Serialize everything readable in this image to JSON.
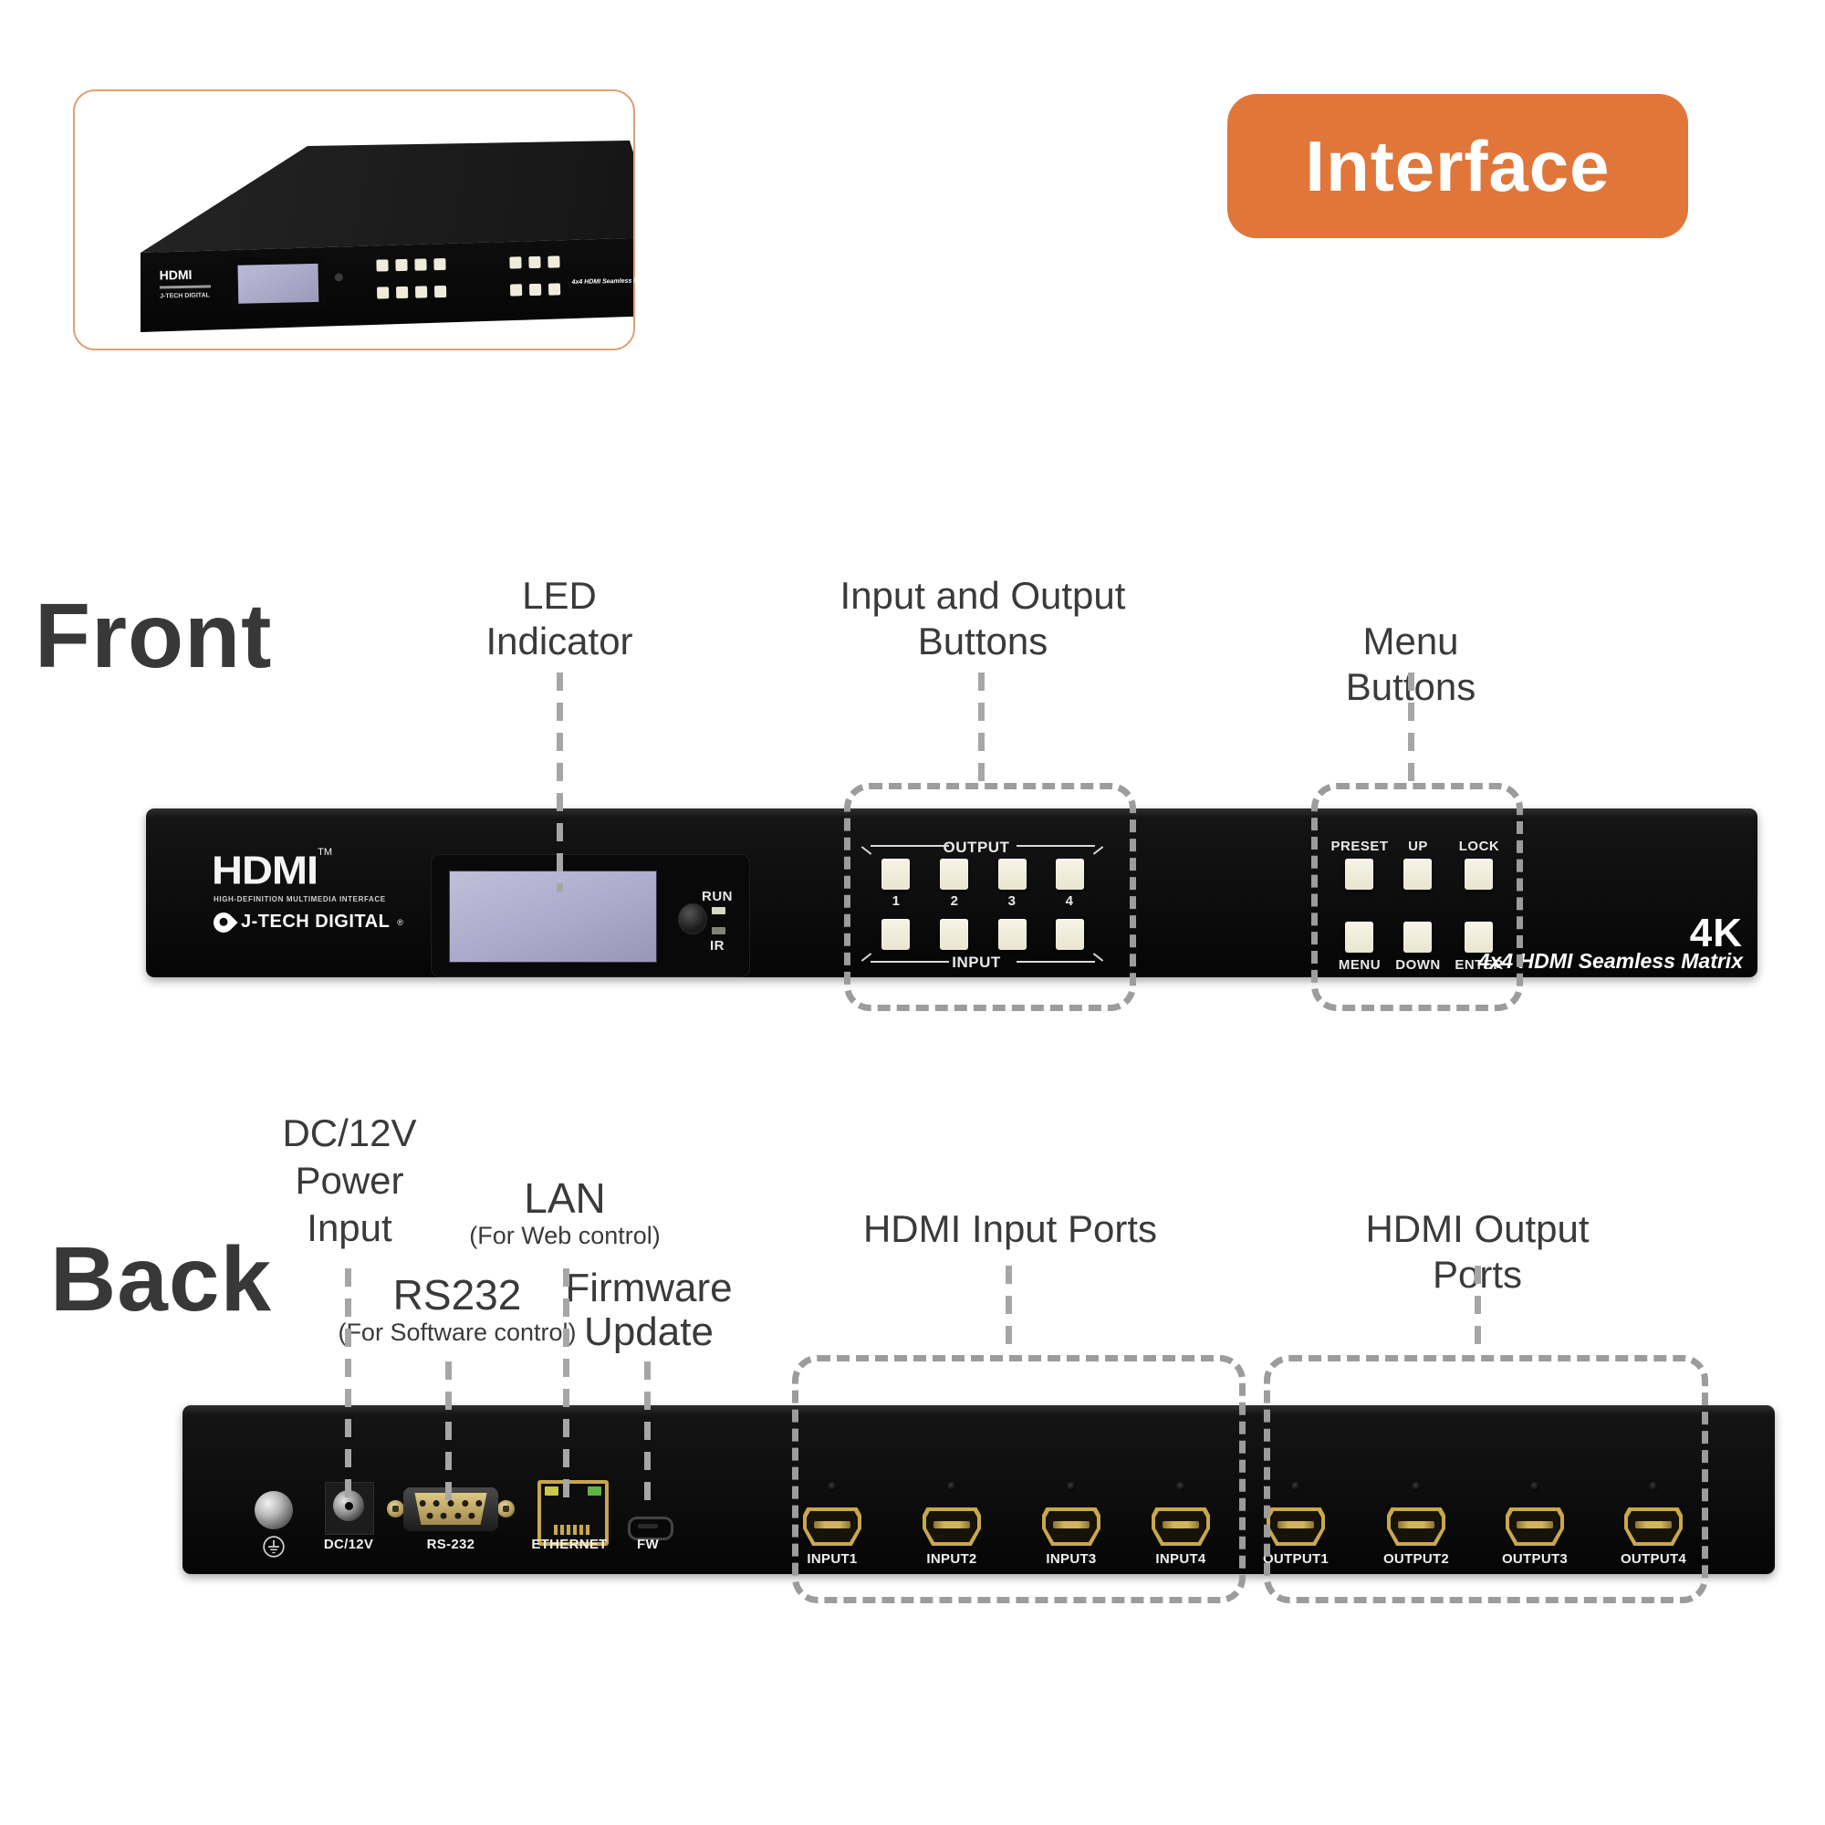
{
  "colors": {
    "accent_orange": "#E0763A",
    "photo_border_orange": "#DFA077",
    "label_dark": "#3A3A3A",
    "leader_gray": "#A6A6A6",
    "dashed_gray": "#9C9C9C",
    "panel_black": "#0E0E0E",
    "button_cream": "#F1EEDF",
    "lcd_lavender": "#ACAACB",
    "hdmi_gold": "#C9A84C"
  },
  "hero": {
    "interface_label": "Interface"
  },
  "front_section": {
    "title": "Front",
    "annotations": {
      "led_line1": "LED",
      "led_line2": "Indicator",
      "io_line1": "Input and Output",
      "io_line2": "Buttons",
      "menu_label": "Menu Buttons"
    },
    "panel": {
      "hdmi_logo": "HDMI",
      "hdmi_tm": "TM",
      "hdmi_sub": "HIGH-DEFINITION MULTIMEDIA INTERFACE",
      "brand": "J-TECH DIGITAL",
      "brand_reg": "®",
      "run_label": "RUN",
      "ir_label": "IR",
      "output_label": "OUTPUT",
      "input_label": "INPUT",
      "io_numbers": [
        "1",
        "2",
        "3",
        "4"
      ],
      "menu_top": [
        "PRESET",
        "UP",
        "LOCK"
      ],
      "menu_bottom": [
        "MENU",
        "DOWN",
        "ENTER"
      ],
      "badge_4k": "4K",
      "model": "4x4 HDMI Seamless Matrix"
    }
  },
  "back_section": {
    "title": "Back",
    "annotations": {
      "power_line1": "DC/12V",
      "power_line2": "Power",
      "power_line3": "Input",
      "lan_label": "LAN",
      "lan_sub": "(For Web control)",
      "rs232_label": "RS232",
      "rs232_sub": "(For Software control)",
      "firmware_line1": "Firmware",
      "firmware_line2": "Update",
      "hdmi_in_label": "HDMI Input Ports",
      "hdmi_out_label": "HDMI Output Ports"
    },
    "panel": {
      "dc_label": "DC/12V",
      "rs232_label": "RS-232",
      "ethernet_label": "ETHERNET",
      "fw_label": "FW",
      "inputs": [
        "INPUT1",
        "INPUT2",
        "INPUT3",
        "INPUT4"
      ],
      "outputs": [
        "OUTPUT1",
        "OUTPUT2",
        "OUTPUT3",
        "OUTPUT4"
      ]
    }
  }
}
